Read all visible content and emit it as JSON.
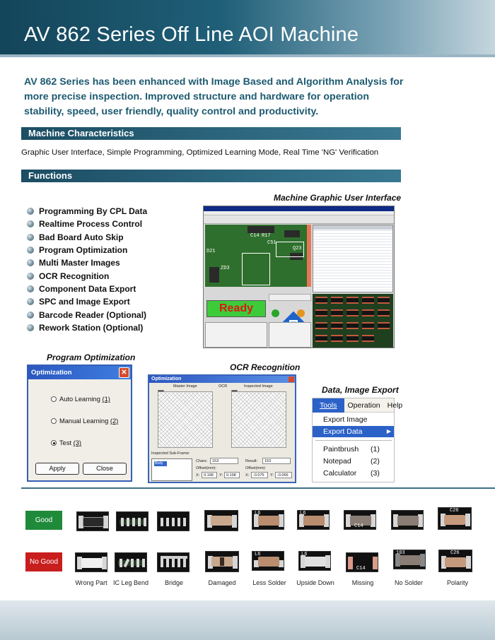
{
  "header": {
    "title": "AV 862 Series Off Line AOI Machine"
  },
  "intro": "AV 862 Series has been enhanced with Image Based and Algorithm Analysis for more precise inspection. Improved structure and hardware for operation stability, speed, user friendly, quality control and productivity.",
  "sections": {
    "characteristics": {
      "title": "Machine Characteristics",
      "text": "Graphic User Interface, Simple Programming, Optimized Learning Mode, Real Time 'NG' Verification"
    },
    "functions": {
      "title": "Functions",
      "items": [
        "Programming By CPL Data",
        "Realtime Process Control",
        "Bad Board Auto Skip",
        "Program Optimization",
        "Multi Master Images",
        "OCR Recognition",
        "Component Data Export",
        "SPC and Image Export",
        "Barcode Reader (Optional)",
        "Rework Station (Optional)"
      ]
    }
  },
  "gui": {
    "caption": "Machine Graphic User Interface",
    "status": "Ready",
    "board_labels": [
      "C14",
      "R17",
      "C51",
      "Q23",
      "ZD3",
      "D21"
    ]
  },
  "program_optimization": {
    "caption": "Program Optimization",
    "dialog_title": "Optimization",
    "options": [
      {
        "label": "Auto Learning",
        "key": "(1)",
        "selected": false
      },
      {
        "label": "Manual Learning",
        "key": "(2)",
        "selected": false
      },
      {
        "label": "Test",
        "key": "(3)",
        "selected": true
      }
    ],
    "apply": "Apply",
    "close": "Close"
  },
  "ocr": {
    "caption": "OCR Recognition",
    "dialog_title": "Optimization",
    "master_image": "Master Image",
    "ocr": "OCR",
    "inspected_image": "Inspected Image",
    "sub_frame": "Inspected Sub-Frame:",
    "sub_item": "Body",
    "chars_label": "Chars:",
    "chars_value": "153",
    "result_label": "Result:",
    "result_value": "153",
    "offset_label": "Offset(mm):",
    "x1": "0.198",
    "y1": "0.198",
    "x2": "-0.075",
    "y2": "-0.066"
  },
  "data_export": {
    "caption": "Data, Image Export",
    "menubar": [
      "Tools",
      "Operation",
      "Help"
    ],
    "items": [
      "Export Image",
      "Export Data"
    ],
    "tools": [
      {
        "label": "Paintbrush",
        "key": "(1)"
      },
      {
        "label": "Notepad",
        "key": "(2)"
      },
      {
        "label": "Calculator",
        "key": "(3)"
      }
    ]
  },
  "defects": {
    "good": "Good",
    "bad": "No Good",
    "labels": [
      "Wrong Part",
      "IC Leg Bend",
      "Bridge",
      "Damaged",
      "Less Solder",
      "Upside Down",
      "Missing",
      "No Solder",
      "Polarity"
    ],
    "marks": [
      "L6",
      "L6",
      "C14",
      "C26",
      "103"
    ]
  },
  "colors": {
    "accent": "#1d5a70",
    "good": "#1f8a3a",
    "bad": "#c81e1e",
    "ready_bg": "#3ecb3a",
    "ready_text": "#e01616"
  }
}
